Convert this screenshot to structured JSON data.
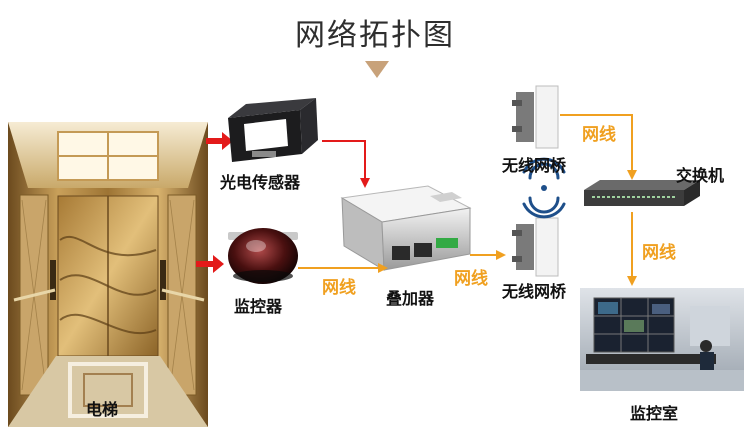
{
  "title": "网络拓扑图",
  "nodes": {
    "elevator": "电梯",
    "photo_sensor": "光电传感器",
    "camera": "监控器",
    "overlay": "叠加器",
    "bridge_top": "无线网桥",
    "bridge_bottom": "无线网桥",
    "switch": "交换机",
    "monitor_room": "监控室"
  },
  "links": {
    "camera_to_overlay": "网线",
    "overlay_to_bridge": "网线",
    "bridge_to_switch": "网线",
    "switch_to_room": "网线"
  },
  "colors": {
    "net_line": "#f0a020",
    "arrow_red": "#e31a1a",
    "title_marker": "#c8a27a"
  }
}
